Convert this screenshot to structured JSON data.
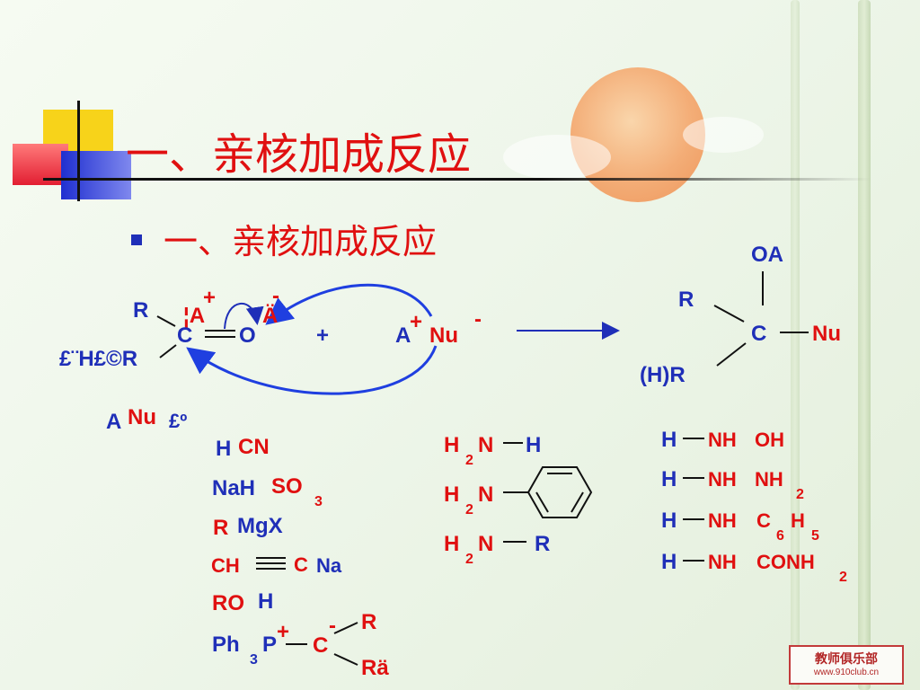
{
  "slide": {
    "title": "一、亲核加成反应",
    "bullet": "一、亲核加成反应"
  },
  "reaction": {
    "r_top": "R",
    "delta_plus_a": "¦A",
    "plus1": "+",
    "minus1": "-",
    "a_right": "Ä",
    "carbon": "C",
    "oxygen": "O",
    "h_r": "£¨H£©R",
    "plus_sign": "+",
    "reagent_a": "A",
    "reagent_plus": "+",
    "reagent_nu": "Nu",
    "reagent_minus": "-",
    "prod_oa": "OA",
    "prod_r": "R",
    "prod_c": "C",
    "prod_nu": "Nu",
    "prod_hr": "(H)R"
  },
  "reagent_header": {
    "a": "A",
    "nu": "Nu",
    "tail": "£º"
  },
  "list1": {
    "hcn_h": "H",
    "hcn_cn": "CN",
    "nahso3_nah": "NaH",
    "nahso3_so": "SO",
    "nahso3_3": "3",
    "rmgx_r": "R",
    "rmgx_mgx": "MgX",
    "acet_ch": "CH",
    "acet_c": "C",
    "acet_na": "Na",
    "roh_ro": "RO",
    "roh_h": "H",
    "ylide_ph": "Ph",
    "ylide_3": "3",
    "ylide_p": "P",
    "ylide_plus": "+",
    "ylide_c": "C",
    "ylide_minus": "-",
    "ylide_r1": "R",
    "ylide_r2": "Rä"
  },
  "list2": {
    "row1_h": "H",
    "row1_2": "2",
    "row1_n": "N",
    "row1_h2": "H",
    "row2_h": "H",
    "row2_2": "2",
    "row2_n": "N",
    "row3_h": "H",
    "row3_2": "2",
    "row3_n": "N",
    "row3_r": "R"
  },
  "list3": {
    "r1_h": "H",
    "r1_nh": "NH",
    "r1_oh": "OH",
    "r2_h": "H",
    "r2_nh": "NH",
    "r2_nh2": "NH",
    "r2_2": "2",
    "r3_h": "H",
    "r3_nh": "NH",
    "r3_c": "C",
    "r3_6": "6",
    "r3_h5": "H",
    "r3_5": "5",
    "r4_h": "H",
    "r4_nh": "NH",
    "r4_conh": "CONH",
    "r4_2": "2"
  },
  "logo": {
    "text": "教师俱乐部",
    "url": "www.910club.cn"
  },
  "colors": {
    "blue": "#1f2fb8",
    "red": "#e01010",
    "arrow": "#1f3fe0"
  }
}
